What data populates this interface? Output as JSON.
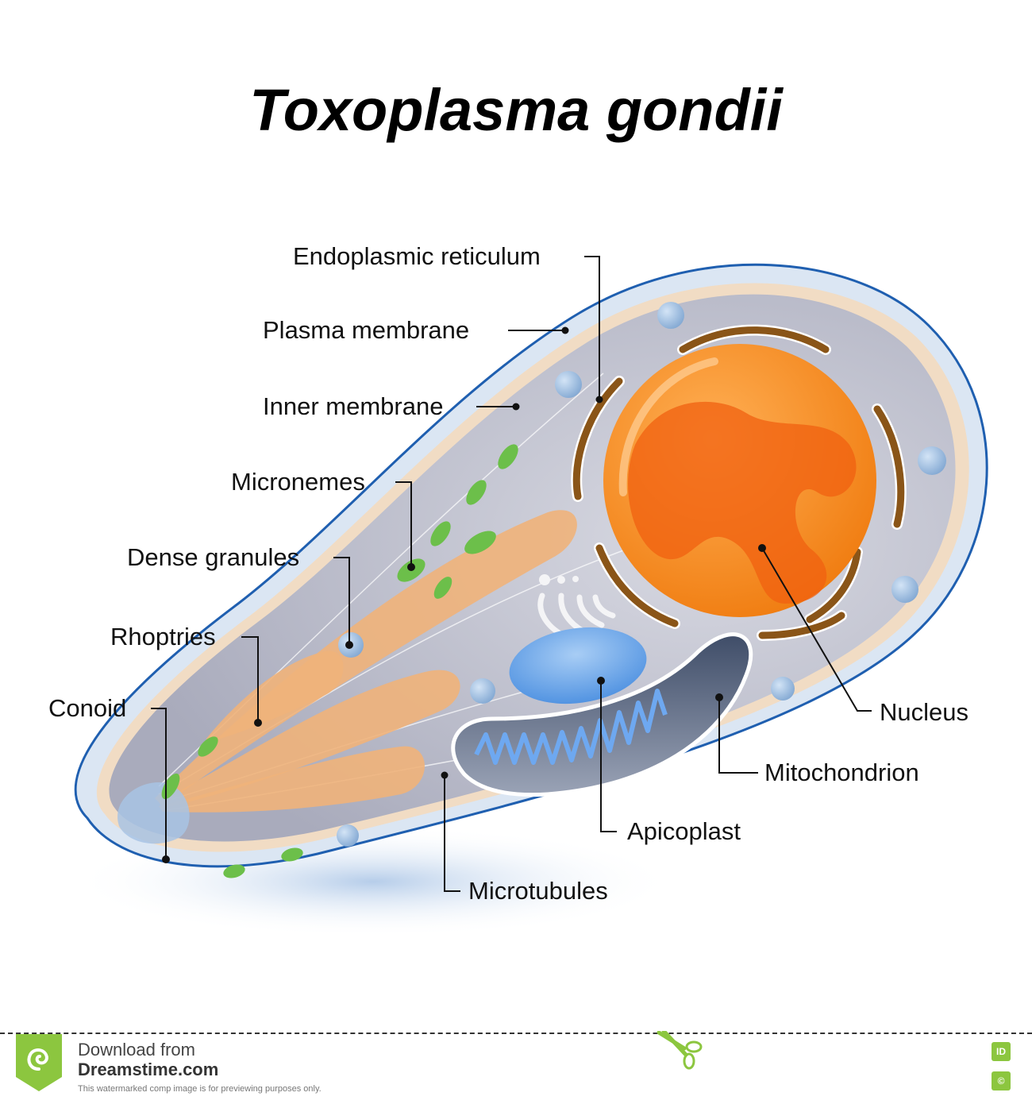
{
  "title": "Toxoplasma gondii",
  "labels": {
    "endoplasmic_reticulum": "Endoplasmic reticulum",
    "plasma_membrane": "Plasma membrane",
    "inner_membrane": "Inner membrane",
    "micronemes": "Micronemes",
    "dense_granules": "Dense granules",
    "rhoptries": "Rhoptries",
    "conoid": "Conoid",
    "nucleus": "Nucleus",
    "mitochondrion": "Mitochondrion",
    "apicoplast": "Apicoplast",
    "microtubules": "Microtubules"
  },
  "colors": {
    "plasma_membrane": "#1f5fb0",
    "inner_membrane": "#f0d9bd",
    "cytoplasm": "#c9cad6",
    "nucleus": "#f7891e",
    "nucleus_dark": "#f06010",
    "er": "#8a5518",
    "rhoptries": "#f0b27a",
    "micronemes": "#6cbf4a",
    "dense_granules": "#9ebfe3",
    "apicoplast": "#5c9ee8",
    "mitochondrion": "#4a5a78",
    "brand_green": "#8cc63f"
  },
  "footer": {
    "download_from": "Download from",
    "brand": "Dreamstime.com",
    "note": "This watermarked comp image is for previewing purposes only.",
    "id_badge": "ID",
    "copyright_badge": "©"
  }
}
